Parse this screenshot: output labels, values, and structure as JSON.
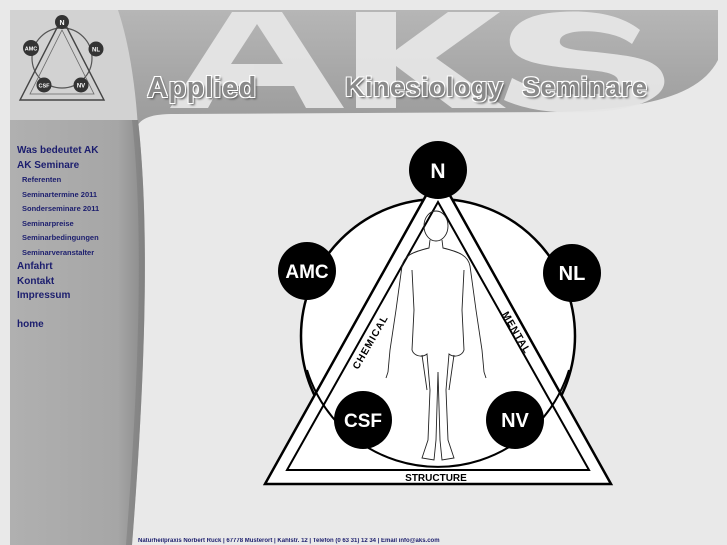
{
  "header": {
    "title_letters": [
      "A",
      "K",
      "S"
    ],
    "tagline": [
      "Applied",
      "Kinesiology",
      "Seminare"
    ]
  },
  "logo": {
    "nodes": [
      "N",
      "AMC",
      "NL",
      "CSF",
      "NV"
    ]
  },
  "nav": {
    "items": [
      {
        "label": "Was bedeutet AK",
        "type": "main"
      },
      {
        "label": "AK Seminare",
        "type": "main"
      },
      {
        "label": "Referenten",
        "type": "sub"
      },
      {
        "label": "Seminartermine 2011",
        "type": "sub"
      },
      {
        "label": "Sonderseminare 2011",
        "type": "sub"
      },
      {
        "label": "Seminarpreise",
        "type": "sub"
      },
      {
        "label": "Seminarbedingungen",
        "type": "sub"
      },
      {
        "label": "Seminarveranstalter",
        "type": "sub"
      },
      {
        "label": "Anfahrt",
        "type": "main"
      },
      {
        "label": "Kontakt",
        "type": "main"
      },
      {
        "label": "Impressum",
        "type": "main"
      },
      {
        "label": "home",
        "type": "main"
      }
    ]
  },
  "diagram": {
    "nodes": {
      "top": "N",
      "left": "AMC",
      "right": "NL",
      "bottom_left": "CSF",
      "bottom_right": "NV"
    },
    "sides": {
      "left": "CHEMICAL",
      "right": "MENTAL",
      "bottom": "STRUCTURE"
    }
  },
  "footer": {
    "text": "Naturheilpraxis Norbert Ruck | 67778 Musterort | Kahlstr. 12 | Telefon (0 63 31) 12 34 | Email info@aks.com"
  },
  "colors": {
    "background": "#e9e9e9",
    "nav_text": "#1c1e6e",
    "header_gray": "#a8a8a8",
    "node_fill": "#000000"
  }
}
